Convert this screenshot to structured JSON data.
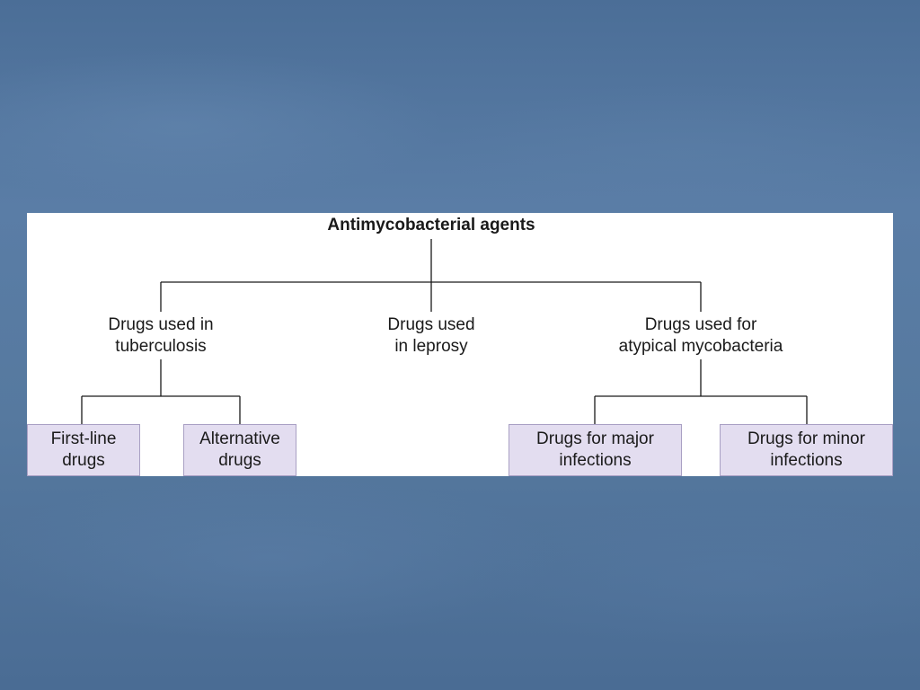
{
  "diagram": {
    "root": {
      "label": "Antimycobacterial agents"
    },
    "level1": [
      {
        "line1": "Drugs used in",
        "line2": "tuberculosis"
      },
      {
        "line1": "Drugs used",
        "line2": "in leprosy"
      },
      {
        "line1": "Drugs used for",
        "line2": "atypical mycobacteria"
      }
    ],
    "level2": [
      {
        "line1": "First-line",
        "line2": "drugs"
      },
      {
        "line1": "Alternative",
        "line2": "drugs"
      },
      {
        "line1": "Drugs for major",
        "line2": "infections"
      },
      {
        "line1": "Drugs for minor",
        "line2": "infections"
      }
    ],
    "colors": {
      "leaf_fill": "#e3ddf0",
      "panel": "#ffffff",
      "background": "#56799f"
    }
  }
}
